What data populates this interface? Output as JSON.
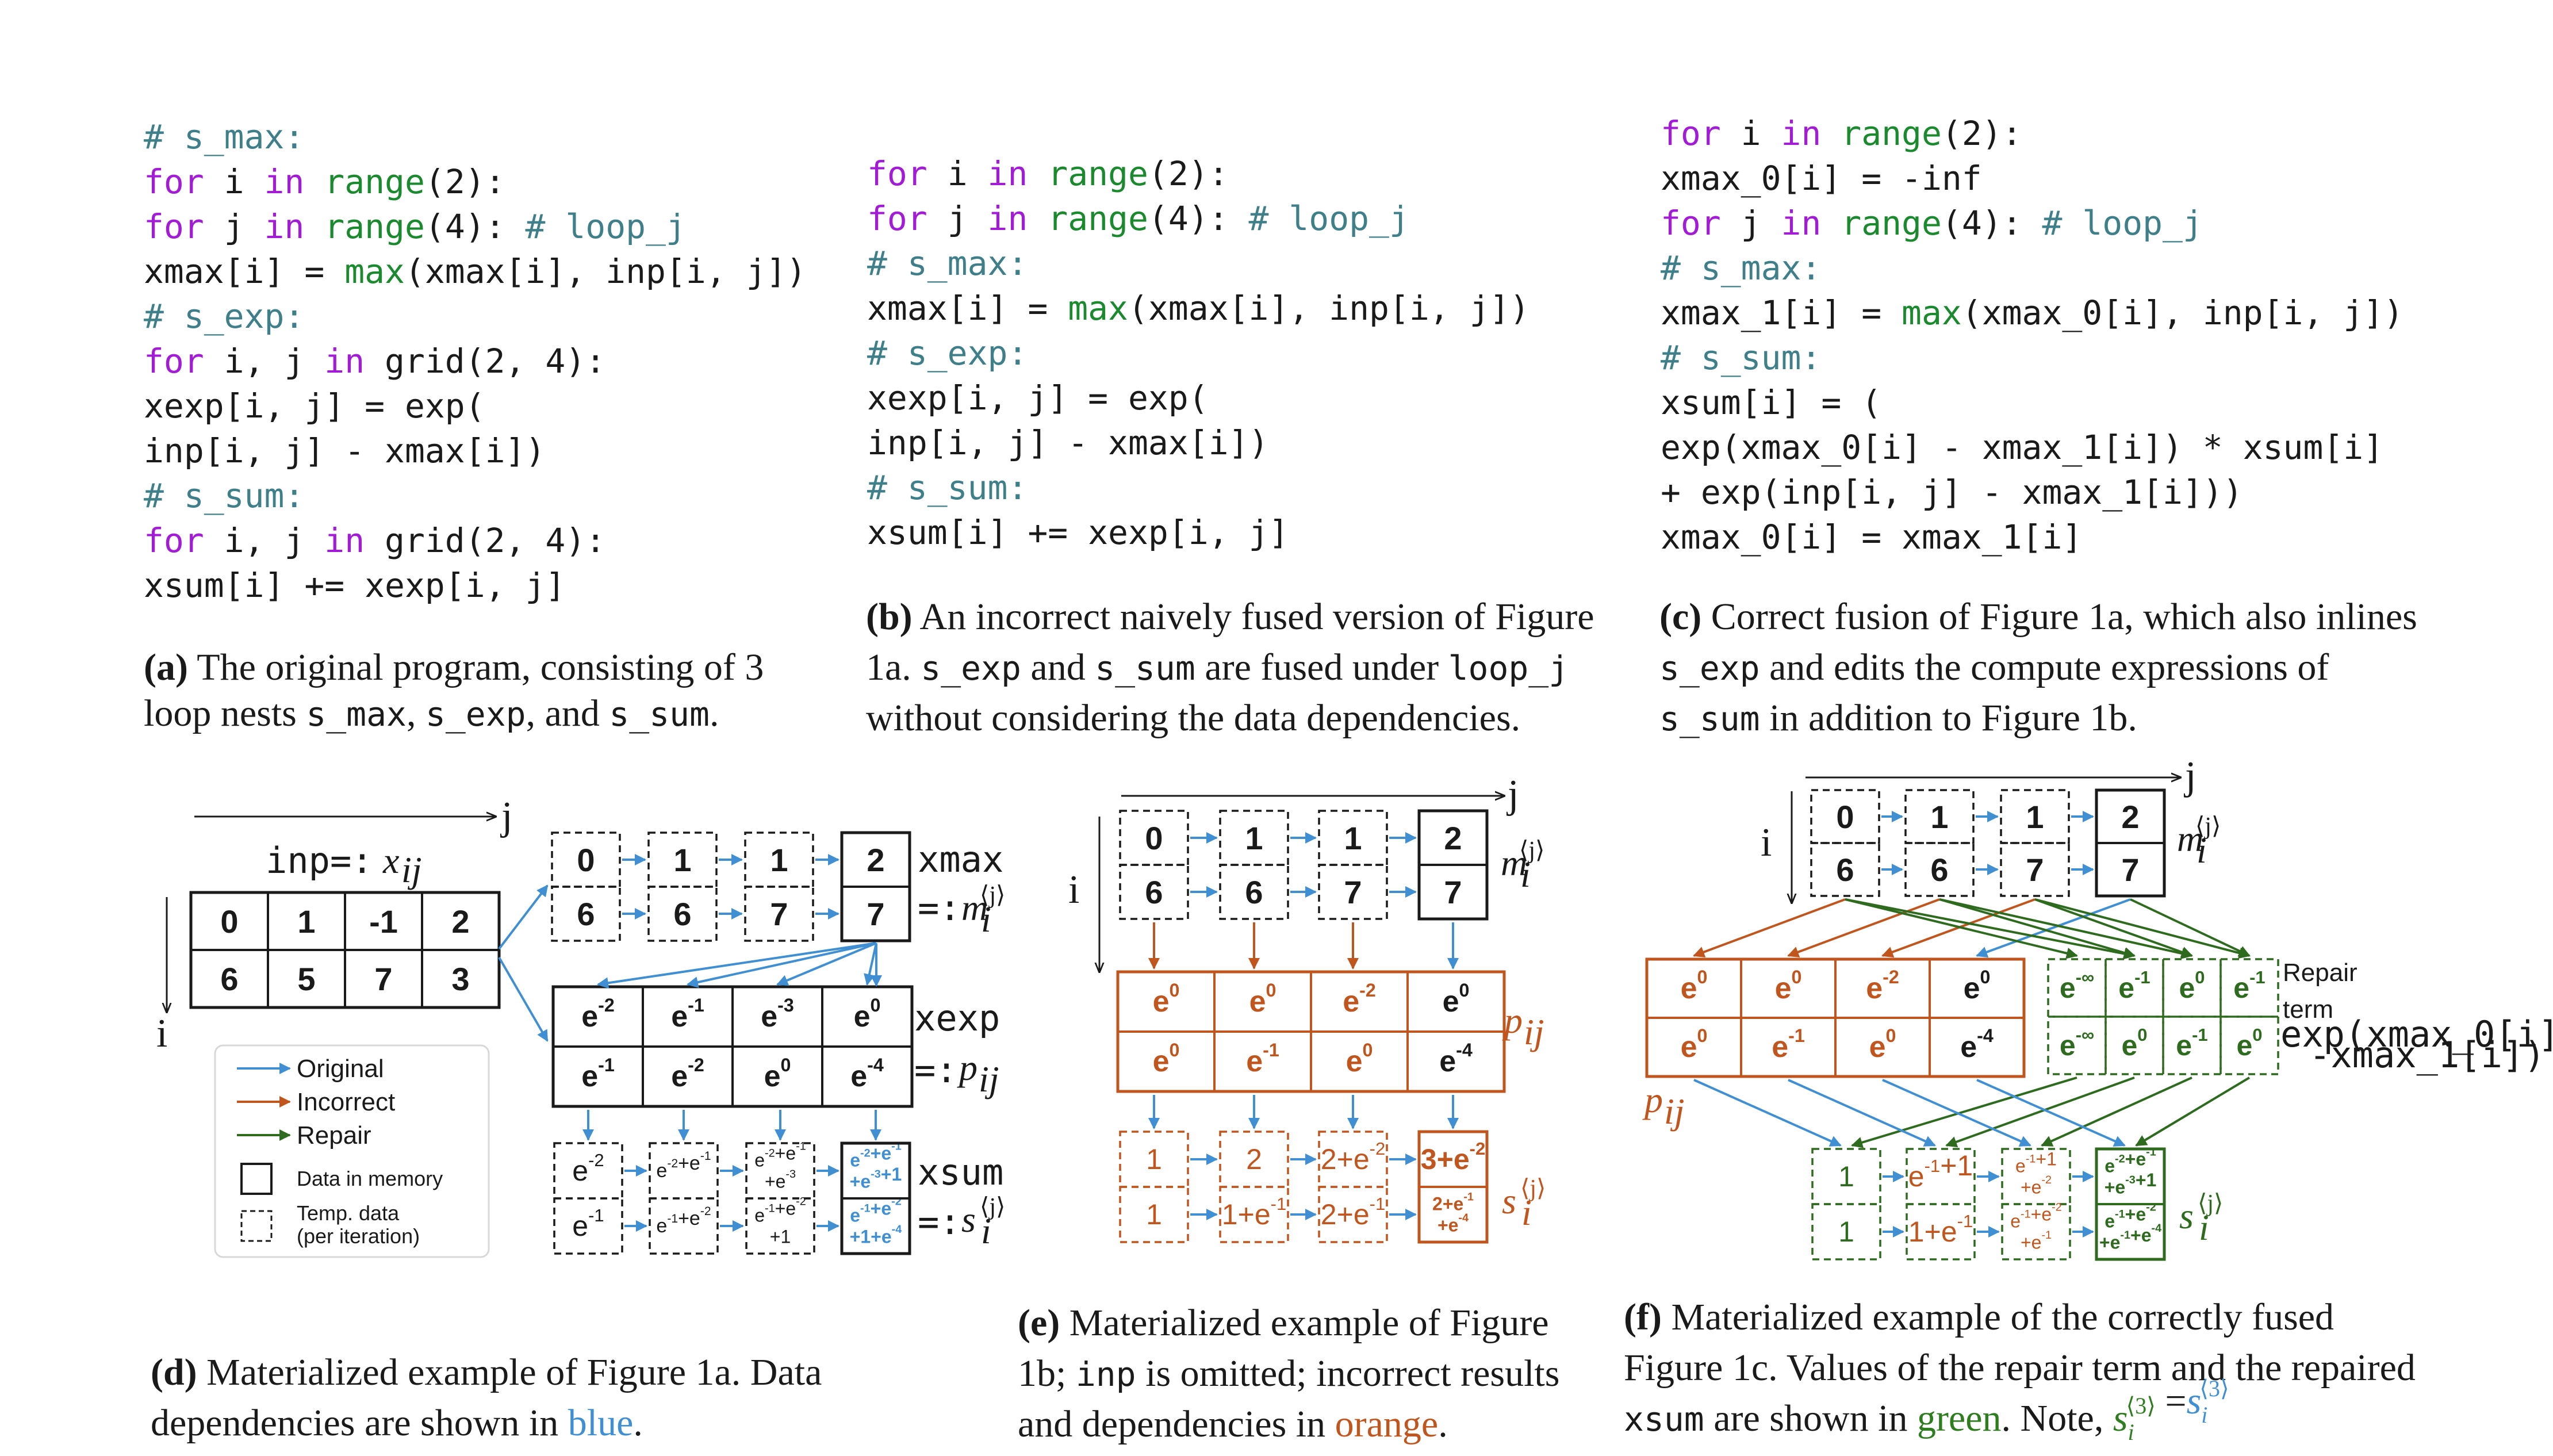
{
  "code": {
    "a": [
      [
        {
          "c": "cm",
          "t": "# s_max:"
        }
      ],
      [
        {
          "c": "kw",
          "t": "for"
        },
        {
          "c": "",
          "t": " i "
        },
        {
          "c": "kw",
          "t": "in"
        },
        {
          "c": "",
          "t": " "
        },
        {
          "c": "fn",
          "t": "range"
        },
        {
          "c": "",
          "t": "(2):"
        }
      ],
      [
        {
          "c": "",
          "t": "  "
        },
        {
          "c": "kw",
          "t": "for"
        },
        {
          "c": "",
          "t": " j "
        },
        {
          "c": "kw",
          "t": "in"
        },
        {
          "c": "",
          "t": " "
        },
        {
          "c": "fn",
          "t": "range"
        },
        {
          "c": "",
          "t": "(4): "
        },
        {
          "c": "cm",
          "t": "# loop_j"
        }
      ],
      [
        {
          "c": "",
          "t": "    xmax[i] = "
        },
        {
          "c": "fn",
          "t": "max"
        },
        {
          "c": "",
          "t": "(xmax[i], inp[i, j])"
        }
      ],
      [
        {
          "c": "cm",
          "t": "# s_exp:"
        }
      ],
      [
        {
          "c": "kw",
          "t": "for"
        },
        {
          "c": "",
          "t": " i, j "
        },
        {
          "c": "kw",
          "t": "in"
        },
        {
          "c": "",
          "t": " grid(2, 4):"
        }
      ],
      [
        {
          "c": "",
          "t": "  xexp[i, j] = exp("
        }
      ],
      [
        {
          "c": "",
          "t": "    inp[i, j] - xmax[i])"
        }
      ],
      [
        {
          "c": "cm",
          "t": "# s_sum:"
        }
      ],
      [
        {
          "c": "kw",
          "t": "for"
        },
        {
          "c": "",
          "t": " i, j "
        },
        {
          "c": "kw",
          "t": "in"
        },
        {
          "c": "",
          "t": " grid(2, 4):"
        }
      ],
      [
        {
          "c": "",
          "t": "  xsum[i] += xexp[i, j]"
        }
      ]
    ],
    "b": [
      [
        {
          "c": "kw",
          "t": "for"
        },
        {
          "c": "",
          "t": " i "
        },
        {
          "c": "kw",
          "t": "in"
        },
        {
          "c": "",
          "t": " "
        },
        {
          "c": "fn",
          "t": "range"
        },
        {
          "c": "",
          "t": "(2):"
        }
      ],
      [
        {
          "c": "",
          "t": "  "
        },
        {
          "c": "kw",
          "t": "for"
        },
        {
          "c": "",
          "t": " j "
        },
        {
          "c": "kw",
          "t": "in"
        },
        {
          "c": "",
          "t": " "
        },
        {
          "c": "fn",
          "t": "range"
        },
        {
          "c": "",
          "t": "(4):  "
        },
        {
          "c": "cm",
          "t": "# loop_j"
        }
      ],
      [
        {
          "c": "cm",
          "t": "    # s_max:"
        }
      ],
      [
        {
          "c": "",
          "t": "    xmax[i] = "
        },
        {
          "c": "fn",
          "t": "max"
        },
        {
          "c": "",
          "t": "(xmax[i], inp[i, j])"
        }
      ],
      [
        {
          "c": "cm",
          "t": "    # s_exp:"
        }
      ],
      [
        {
          "c": "",
          "t": "    xexp[i, j] = exp("
        }
      ],
      [
        {
          "c": "",
          "t": "      inp[i, j] - xmax[i])"
        }
      ],
      [
        {
          "c": "cm",
          "t": "    # s_sum:"
        }
      ],
      [
        {
          "c": "",
          "t": "    xsum[i] += xexp[i, j]"
        }
      ]
    ],
    "c": [
      [
        {
          "c": "kw",
          "t": "for"
        },
        {
          "c": "",
          "t": " i "
        },
        {
          "c": "kw",
          "t": "in"
        },
        {
          "c": "",
          "t": " "
        },
        {
          "c": "fn",
          "t": "range"
        },
        {
          "c": "",
          "t": "(2):"
        }
      ],
      [
        {
          "c": "",
          "t": "  xmax_0[i] = -inf"
        }
      ],
      [
        {
          "c": "",
          "t": "  "
        },
        {
          "c": "kw",
          "t": "for"
        },
        {
          "c": "",
          "t": " j "
        },
        {
          "c": "kw",
          "t": "in"
        },
        {
          "c": "",
          "t": " "
        },
        {
          "c": "fn",
          "t": "range"
        },
        {
          "c": "",
          "t": "(4):  "
        },
        {
          "c": "cm",
          "t": "# loop_j"
        }
      ],
      [
        {
          "c": "cm",
          "t": "    # s_max:"
        }
      ],
      [
        {
          "c": "",
          "t": "    xmax_1[i] = "
        },
        {
          "c": "fn",
          "t": "max"
        },
        {
          "c": "",
          "t": "(xmax_0[i], inp[i, j])"
        }
      ],
      [
        {
          "c": "cm",
          "t": "    # s_sum:"
        }
      ],
      [
        {
          "c": "",
          "t": "    xsum[i] = ("
        }
      ],
      [
        {
          "c": "",
          "t": "      exp(xmax_0[i] - xmax_1[i]) * xsum[i]"
        }
      ],
      [
        {
          "c": "",
          "t": "      + exp(inp[i, j] - xmax_1[i]))"
        }
      ],
      [
        {
          "c": "",
          "t": "    xmax_0[i] = xmax_1[i]"
        }
      ]
    ]
  },
  "captions": {
    "a": [
      [
        {
          "b": true,
          "t": "(a)"
        },
        {
          "t": " The original program, consisting of 3"
        }
      ],
      [
        {
          "t": "loop nests "
        },
        {
          "m": true,
          "t": "s_max"
        },
        {
          "t": ", "
        },
        {
          "m": true,
          "t": "s_exp"
        },
        {
          "t": ", and "
        },
        {
          "m": true,
          "t": "s_sum"
        },
        {
          "t": "."
        }
      ]
    ],
    "b": [
      [
        {
          "b": true,
          "t": "(b)"
        },
        {
          "t": " An incorrect naively fused version of Figure"
        }
      ],
      [
        {
          "t": "1a. "
        },
        {
          "m": true,
          "t": "s_exp"
        },
        {
          "t": " and "
        },
        {
          "m": true,
          "t": "s_sum"
        },
        {
          "t": " are fused under "
        },
        {
          "m": true,
          "t": "loop_j"
        }
      ],
      [
        {
          "t": "without considering the data dependencies."
        }
      ]
    ],
    "c": [
      [
        {
          "b": true,
          "t": "(c)"
        },
        {
          "t": " Correct fusion of Figure 1a, which also inlines"
        }
      ],
      [
        {
          "m": true,
          "t": "s_exp"
        },
        {
          "t": " and edits the compute expressions of"
        }
      ],
      [
        {
          "m": true,
          "t": "s_sum"
        },
        {
          "t": " in addition to Figure 1b."
        }
      ]
    ],
    "d": [
      [
        {
          "b": true,
          "t": "(d)"
        },
        {
          "t": " Materialized example of Figure 1a. Data"
        }
      ],
      [
        {
          "t": "dependencies are shown in "
        },
        {
          "col": "#3f8fd2",
          "t": "blue"
        },
        {
          "t": "."
        }
      ]
    ],
    "e": [
      [
        {
          "b": true,
          "t": "(e)"
        },
        {
          "t": " Materialized example of Figure"
        }
      ],
      [
        {
          "t": "1b; "
        },
        {
          "m": true,
          "t": "inp"
        },
        {
          "t": " is omitted; incorrect results"
        }
      ],
      [
        {
          "t": "and dependencies in "
        },
        {
          "col": "#c0561e",
          "t": "orange"
        },
        {
          "t": "."
        }
      ]
    ],
    "f": [
      [
        {
          "b": true,
          "t": "(f)"
        },
        {
          "t": " Materialized example of the correctly fused"
        }
      ],
      [
        {
          "t": "Figure 1c. Values of the repair term and the repaired"
        }
      ],
      [
        {
          "m": true,
          "t": "xsum"
        },
        {
          "t": " are shown in "
        },
        {
          "col": "#2e7d1e",
          "t": "green"
        },
        {
          "t": ". Note, "
        },
        {
          "col": "#2e7d1e",
          "i": true,
          "t": "s"
        },
        {
          "t": " ="
        },
        {
          "col": "#3f8fd2",
          "i": true,
          "t": "s"
        }
      ]
    ]
  },
  "labels": {
    "i": "i",
    "j": "j",
    "inp": "inp=:",
    "inp_math": "x",
    "inp_sub": "ij",
    "xmax": "xmax",
    "xexp": "xexp",
    "xsum": "xsum",
    "assign": "=:",
    "m": "m",
    "p": "p",
    "s": "s",
    "sub_i": "i",
    "sub_ij": "ij",
    "sup_j": "⟨j⟩",
    "sup_3": "⟨3⟩",
    "repair_term": [
      "Repair",
      "term"
    ],
    "repair_expr": [
      "exp(xmax_0[i]",
      "-xmax_1[i])"
    ]
  },
  "legend": {
    "items": [
      {
        "label": "Original",
        "color": "#3f8fd2"
      },
      {
        "label": "Incorrect",
        "color": "#c0561e"
      },
      {
        "label": "Repair",
        "color": "#2e6b1f"
      }
    ],
    "memory": "Data in memory",
    "temp": [
      "Temp. data",
      "(per iteration)"
    ]
  },
  "panel_d": {
    "inp": [
      [
        "0",
        "1",
        "-1",
        "2"
      ],
      [
        "6",
        "5",
        "7",
        "3"
      ]
    ],
    "xmax": [
      [
        "0",
        "1",
        "1",
        "2"
      ],
      [
        "6",
        "6",
        "7",
        "7"
      ]
    ],
    "xexp": [
      [
        "e-2",
        "e-1",
        "e-3",
        "e0"
      ],
      [
        "e-1",
        "e-2",
        "e0",
        "e-4"
      ]
    ],
    "xsum": [
      [
        "e-2",
        "e-2+e-1",
        "e-2+e-1|+e-3",
        "e-2+e-1|+e-3+1"
      ],
      [
        "e-1",
        "e-1+e-2",
        "e-1+e-2|+1",
        "e-1+e-2|+1+e-4"
      ]
    ]
  },
  "panel_e": {
    "m": [
      [
        "0",
        "1",
        "1",
        "2"
      ],
      [
        "6",
        "6",
        "7",
        "7"
      ]
    ],
    "p": [
      [
        "e0",
        "e0",
        "e-2",
        "e0"
      ],
      [
        "e0",
        "e-1",
        "e0",
        "e-4"
      ]
    ],
    "s": [
      [
        "1",
        "2",
        "2+e-2",
        "3+e-2"
      ],
      [
        "1",
        "1+e-1",
        "2+e-1",
        "2+e-1|+e-4"
      ]
    ]
  },
  "panel_f": {
    "m": [
      [
        "0",
        "1",
        "1",
        "2"
      ],
      [
        "6",
        "6",
        "7",
        "7"
      ]
    ],
    "p": [
      [
        "e0",
        "e0",
        "e-2",
        "e0"
      ],
      [
        "e0",
        "e-1",
        "e0",
        "e-4"
      ]
    ],
    "r": [
      [
        "e-∞",
        "e-1",
        "e0",
        "e-1"
      ],
      [
        "e-∞",
        "e0",
        "e-1",
        "e0"
      ]
    ],
    "s": [
      [
        "1",
        "e-1+1",
        "e-1+1|+e-2",
        "e-2+e-1|+e-3+1"
      ],
      [
        "1",
        "1+e-1",
        "e-1+e-2|+e-1",
        "e-1+e-2|+e-1+e-4"
      ]
    ]
  },
  "colors": {
    "blue": "#3f8fd2",
    "orange": "#c0561e",
    "green": "#2e6b1f",
    "text": "#1a1a1a"
  }
}
